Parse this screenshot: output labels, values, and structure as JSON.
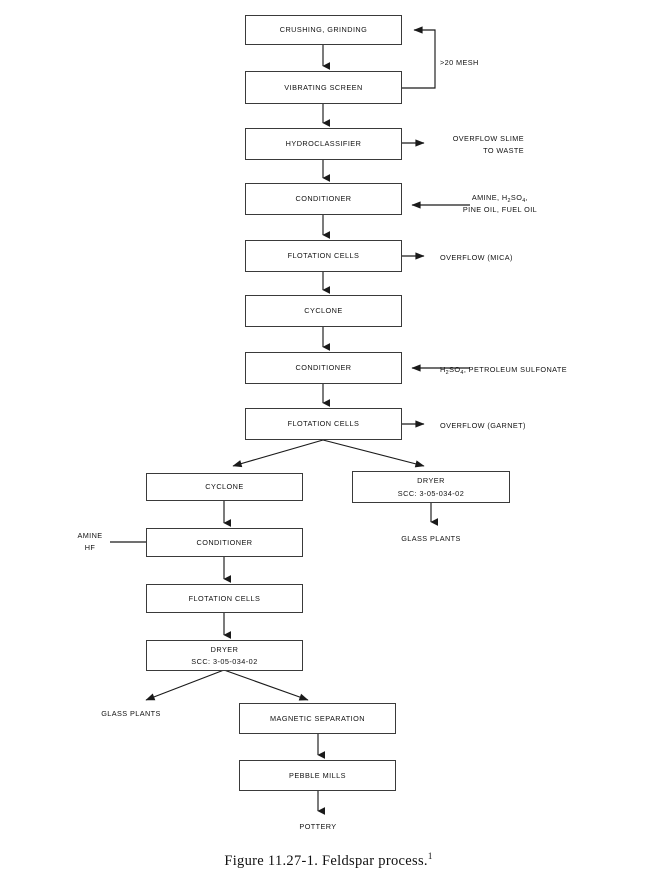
{
  "figure": {
    "caption_text": "Figure 11.27-1.  Feldspar process.",
    "caption_footnote": "1"
  },
  "nodes": {
    "crushing_grinding": {
      "label": "CRUSHING, GRINDING"
    },
    "vibrating_screen": {
      "label": "VIBRATING SCREEN"
    },
    "hydroclassifier": {
      "label": "HYDROCLASSIFIER"
    },
    "conditioner_1": {
      "label": "CONDITIONER"
    },
    "flotation_cells_1": {
      "label": "FLOTATION CELLS"
    },
    "cyclone_1": {
      "label": "CYCLONE"
    },
    "conditioner_2": {
      "label": "CONDITIONER"
    },
    "flotation_cells_2": {
      "label": "FLOTATION CELLS"
    },
    "cyclone_2": {
      "label": "CYCLONE"
    },
    "dryer_right": {
      "label": "DRYER",
      "scc": "SCC:  3-05-034-02"
    },
    "conditioner_3": {
      "label": "CONDITIONER"
    },
    "flotation_cells_3": {
      "label": "FLOTATION CELLS"
    },
    "dryer_bottom": {
      "label": "DRYER",
      "scc": "SCC:  3-05-034-02"
    },
    "magnetic_separation": {
      "label": "MAGNETIC SEPARATION"
    },
    "pebble_mills": {
      "label": "PEBBLE MILLS"
    }
  },
  "labels": {
    "oversize_recycle": ">20 MESH",
    "overflow_slime_l1": "OVERFLOW SLIME",
    "overflow_slime_l2": "TO WASTE",
    "reagents_1_l1_a": "AMINE, H",
    "reagents_1_l1_sub": "2",
    "reagents_1_l1_b": "SO",
    "reagents_1_l1_sub2": "4",
    "reagents_1_l1_c": ",",
    "reagents_1_l2": "PINE OIL, FUEL OIL",
    "overflow_mica": "OVERFLOW (MICA)",
    "reagents_2_a": "H",
    "reagents_2_sub": "2",
    "reagents_2_b": "SO",
    "reagents_2_sub2": "4",
    "reagents_2_c": ", PETROLEUM SULFONATE",
    "overflow_garnet": "OVERFLOW (GARNET)",
    "amine_hf_l1": "AMINE",
    "amine_hf_l2": "HF",
    "glass_plants_right": "GLASS PLANTS",
    "glass_plants_bottom": "GLASS PLANTS",
    "pottery": "POTTERY"
  },
  "colors": {
    "line": "#1a1a1a",
    "box_border": "#3a3a3a",
    "text": "#111111",
    "background": "#ffffff"
  }
}
